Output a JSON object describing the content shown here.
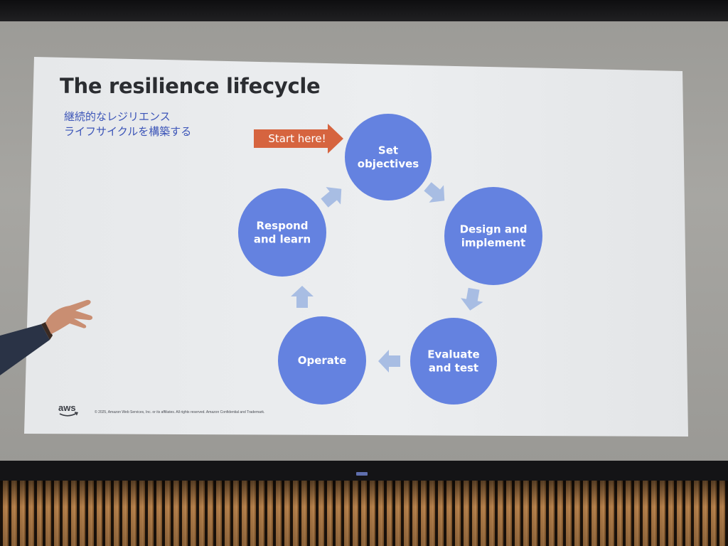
{
  "slide": {
    "title": "The resilience lifecycle",
    "subtitle_lines": [
      "継続的なレジリエンス",
      "ライフサイクルを構築する"
    ],
    "start_label": "Start here!",
    "logo_text": "aws",
    "footer": "© 2025, Amazon Web Services, Inc. or its affiliates. All rights reserved. Amazon Confidential and Trademark."
  },
  "cycle": [
    {
      "lines": [
        "Set",
        "objectives"
      ]
    },
    {
      "lines": [
        "Design and",
        "implement"
      ]
    },
    {
      "lines": [
        "Evaluate",
        "and test"
      ]
    },
    {
      "lines": [
        "Operate"
      ]
    },
    {
      "lines": [
        "Respond",
        "and learn"
      ]
    }
  ],
  "colors": {
    "slide_background": "#e9ebec",
    "circle": "#6482e0",
    "connector_arrow": "#a8bde3",
    "start_arrow": "#d6643f",
    "title": "#2b2d31",
    "subtitle": "#3c55b8"
  },
  "icons": [
    "aws-logo-icon",
    "start-arrow-icon",
    "cycle-arrow-icon"
  ]
}
